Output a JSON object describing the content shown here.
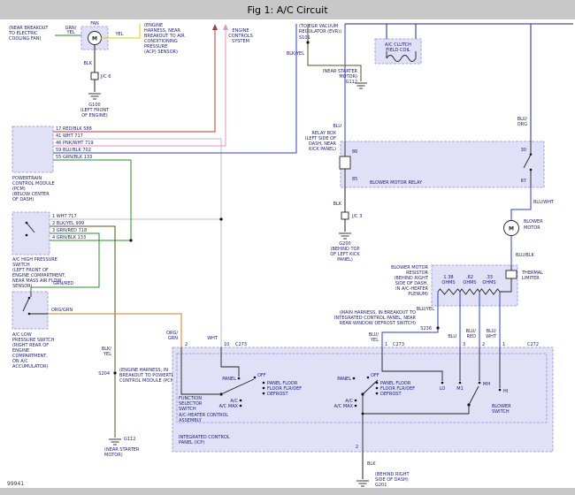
{
  "header": {
    "title": "Fig 1: A/C Circuit"
  },
  "footer": {
    "doc_number": "99941"
  },
  "fan": {
    "name": "FAN",
    "motor_symbol": "M",
    "note": [
      "(NEAR BREAKOUT",
      "TO ELECTRIC",
      "COOLING FAN)"
    ],
    "wire_grn_yel": [
      "GRN/",
      "YEL"
    ],
    "wire_yel": "YEL",
    "wire_blk": "BLK",
    "junction": "J/C 6",
    "ground": [
      "G100",
      "(LEFT FRONT",
      "OF ENGINE)"
    ]
  },
  "acp_note": [
    "(ENGINE",
    "HARNESS, NEAR",
    "BREAKOUT TO AIR",
    "CONDITIONING",
    "PRESSURE",
    "(ACP) SENSOR)"
  ],
  "engine_controls": [
    "ENGINE",
    "CONTROLS",
    "SYSTEM"
  ],
  "egr": {
    "note": [
      "(TO EGR VACUUM",
      "REGULATOR (EVR))"
    ],
    "splice": "S101",
    "wire": "BLK/YEL",
    "ground": [
      "(NEAR STARTER",
      "MOTOR)",
      "G112"
    ]
  },
  "clutch": {
    "name": [
      "A/C CLUTCH",
      "FIELD COIL"
    ]
  },
  "feeds": {
    "wire_blu": "BLU",
    "wire_blu_org": [
      "BLU/",
      "ORG"
    ]
  },
  "relay": {
    "note": [
      "RELAY BOX",
      "(LEFT SIDE OF",
      "DASH, NEAR",
      "KICK PANEL)"
    ],
    "pin_86": "86",
    "pin_30": "30",
    "pin_85": "85",
    "pin_87": "87",
    "name": "BLOWER MOTOR RELAY",
    "wire_blk": "BLK",
    "junction": "J/C 3",
    "ground": [
      "G200",
      "(BEHIND TOP",
      "OF LEFT KICK",
      "PANEL)"
    ]
  },
  "blower_motor": {
    "name": [
      "BLOWER",
      "MOTOR"
    ],
    "motor_symbol": "M",
    "wire_blu_wht": "BLU/WHT",
    "wire_blu_blk": "BLU/BLK"
  },
  "resistor": {
    "note": [
      "BLOWER MOTOR",
      "RESISTOR",
      "(BEHIND RIGHT",
      "SIDE OF DASH,",
      "IN A/C-HEATER",
      "PLENUM)"
    ],
    "values": [
      [
        "1.38",
        "OHMS"
      ],
      [
        ".62",
        "OHMS"
      ],
      [
        ".33",
        "OHMS"
      ]
    ],
    "thermal": [
      "THERMAL",
      "LIMITER"
    ],
    "wire_blu_yel": "BLU/YEL"
  },
  "harness_note": {
    "lines": [
      "(MAIN HARNESS, IN BREAKOUT TO",
      "INTEGRATED CONTROL PANEL, NEAR",
      "REAR WINDOW DEFROST SWITCH)"
    ],
    "splice": "S236"
  },
  "pcm": {
    "pins": [
      "17  RED/BLK  588",
      "41  WHT  717",
      "46  PNK/WHT  719",
      "59  BLU/BLK  702",
      "55  GRN/BLK  133"
    ],
    "name": [
      "POWERTRAIN",
      "CONTROL MODULE",
      "(PCM)",
      "(BELOW CENTER",
      "OF DASH)"
    ]
  },
  "hps": {
    "pins": [
      "1  WHT  717",
      "2  BLK/YEL  999",
      "3  GRN/RED  718",
      "4  GRN/BLK  133"
    ],
    "name": [
      "A/C HIGH PRESSURE",
      "SWITCH",
      "(LEFT FRONT OF",
      "ENGINE COMPARTMENT,",
      "NEAR MASS AIR FLOW",
      "SENSOR)"
    ],
    "wire_grn_red": "GRN/RED"
  },
  "lps": {
    "name": [
      "A/C LOW",
      "PRESSURE SWITCH",
      "(RIGHT REAR OF",
      "ENGINE",
      "COMPARTMENT,",
      "ON A/C",
      "ACCUMULATOR)"
    ],
    "wire_org_grn": "ORG/GRN"
  },
  "s204": {
    "label": "S204",
    "wire": [
      "BLK/",
      "YEL"
    ],
    "note": [
      "(ENGINE HARNESS, IN",
      "BREAKOUT TO POWERTRAIN",
      "CONTROL MODULE (PCM))"
    ],
    "ground": [
      "G112",
      "(NEAR STARTER",
      "MOTOR)"
    ]
  },
  "icp": {
    "pins_top": {
      "p_org_grn": "2",
      "p_wht": "10",
      "conn_left": "C273",
      "p_blu_yel": "1",
      "conn_mid": "C273",
      "p_blu": "3",
      "p_blu_red": "2",
      "p_blu_wht": "1",
      "conn_right": "C272"
    },
    "wire_org_grn": [
      "ORG/",
      "GRN"
    ],
    "wire_wht": "WHT",
    "wire_blu_yel": [
      "BLU/",
      "YEL"
    ],
    "wire_blu": "BLU",
    "wire_blu_red": [
      "BLU/",
      "RED"
    ],
    "wire_blu_wht": [
      "BLU/",
      "WHT"
    ],
    "function_switch": {
      "name": [
        "FUNCTION",
        "SELECTOR",
        "SWITCH"
      ],
      "positions": [
        "PANEL",
        "OFF",
        "PANEL FLOOR",
        "FLOOR FLR/DEF",
        "DEFROST",
        "A/C",
        "A/C MAX"
      ]
    },
    "blower_switch": {
      "name": [
        "BLOWER",
        "SWITCH"
      ],
      "positions": [
        "LO",
        "M1",
        "MH",
        "HI"
      ]
    },
    "assembly": [
      "A/C-HEATER CONTROL",
      "ASSEMBLY"
    ],
    "name": [
      "INTEGRATED CONTROL",
      "PANEL (ICP)"
    ],
    "pin_bottom": "2",
    "wire_blk": "BLK",
    "ground": [
      "(BEHIND RIGHT",
      "SIDE OF DASH)",
      "G201"
    ]
  }
}
